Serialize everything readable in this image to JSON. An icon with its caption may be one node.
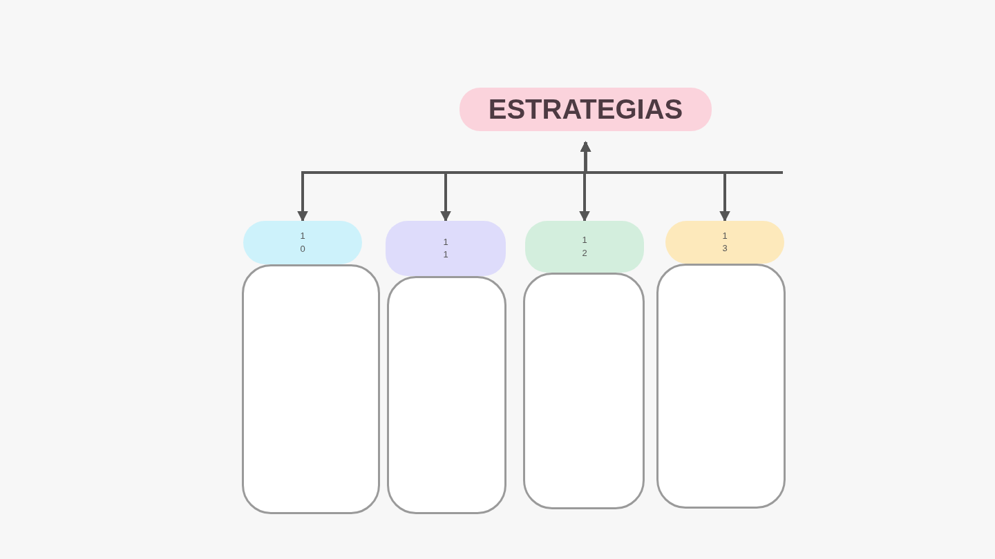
{
  "diagram": {
    "nodes": [
      {
        "text": [
          "ESTRATEGIAS"
        ]
      },
      {
        "text": [
          "10"
        ]
      },
      {
        "text": [
          "11"
        ]
      },
      {
        "text": [
          "12"
        ]
      },
      {
        "text": [
          "13"
        ]
      },
      {
        "text": [],
        "shape": "box"
      },
      {
        "text": [],
        "shape": "box"
      },
      {
        "text": [],
        "shape": "box"
      },
      {
        "text": [],
        "shape": "box"
      }
    ],
    "edges": [
      {
        "from": 0,
        "to": 1,
        "arrow": "both"
      },
      {
        "from": 0,
        "to": 2,
        "arrow": "both"
      },
      {
        "from": 0,
        "to": 3,
        "arrow": "both"
      },
      {
        "from": 0,
        "to": 4,
        "arrow": "both"
      }
    ]
  }
}
